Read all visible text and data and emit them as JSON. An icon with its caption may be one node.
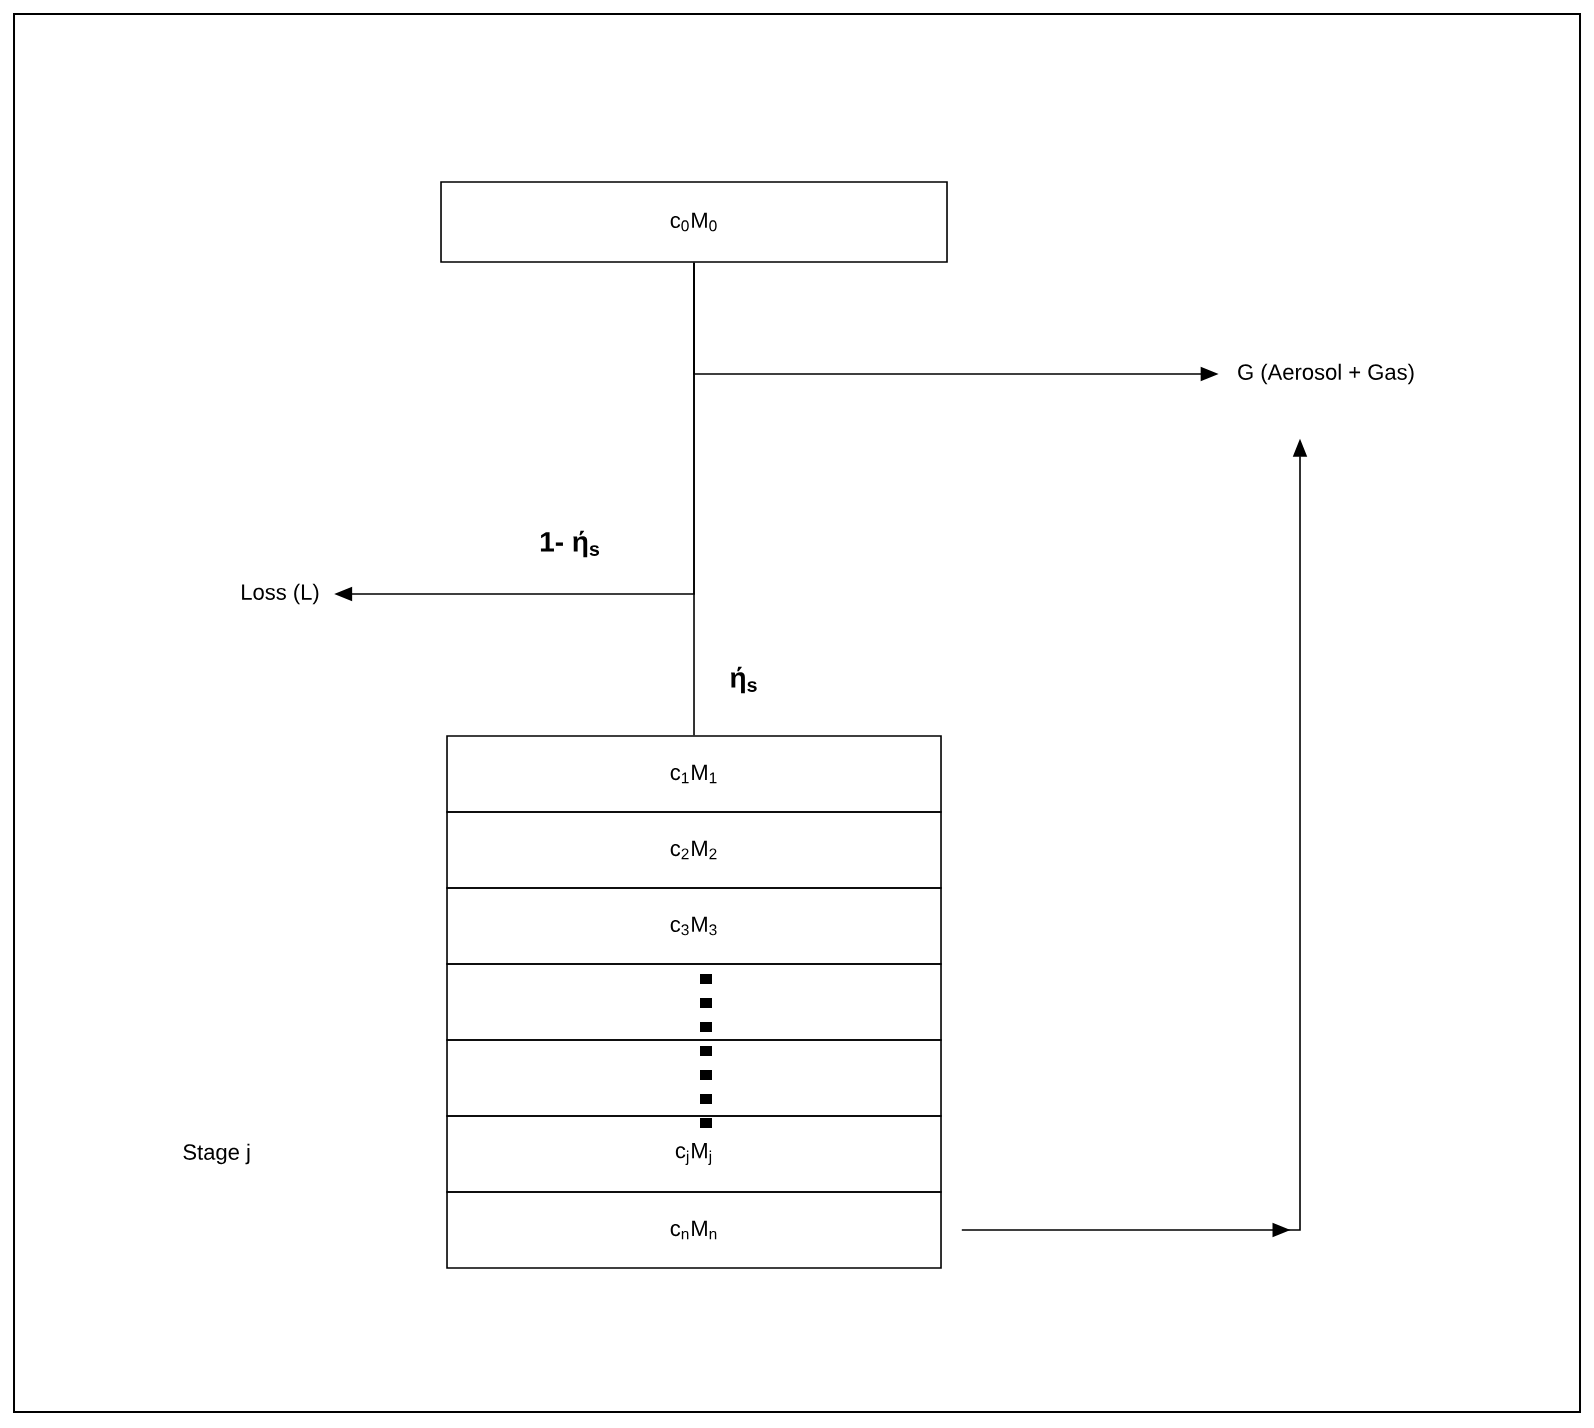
{
  "diagram": {
    "nodes": [
      {
        "text": [
          "c$_{0}$M$_{0}$"
        ]
      },
      {
        "text": [
          "G (Aerosol + Gas)"
        ]
      },
      {
        "text": [
          "Loss (L)"
        ]
      },
      {
        "text": [
          "c$_{1}$M$_{1}$"
        ]
      },
      {
        "text": [
          "c$_{2}$M$_{2}$"
        ]
      },
      {
        "text": [
          "c$_{3}$M$_{3}$"
        ]
      },
      {
        "text": [],
        "shape": "box"
      },
      {
        "text": [],
        "shape": "box"
      },
      {
        "text": [
          "c$_{j}$M$_{j}$"
        ]
      },
      {
        "text": [
          "c$_{n}$M$_{n}$"
        ]
      }
    ],
    "edges": [
      {
        "from": 0,
        "to": 1,
        "arrow": "to"
      },
      {
        "from": 0,
        "to": 2,
        "arrow": "to",
        "label": "1- ή$_{s}$"
      },
      {
        "from": 0,
        "to": 3,
        "arrow": "none",
        "label": "ή$_{s}$"
      },
      {
        "from": 9,
        "to": 1,
        "arrow": "to"
      }
    ],
    "labels": [
      "Stage j"
    ]
  }
}
